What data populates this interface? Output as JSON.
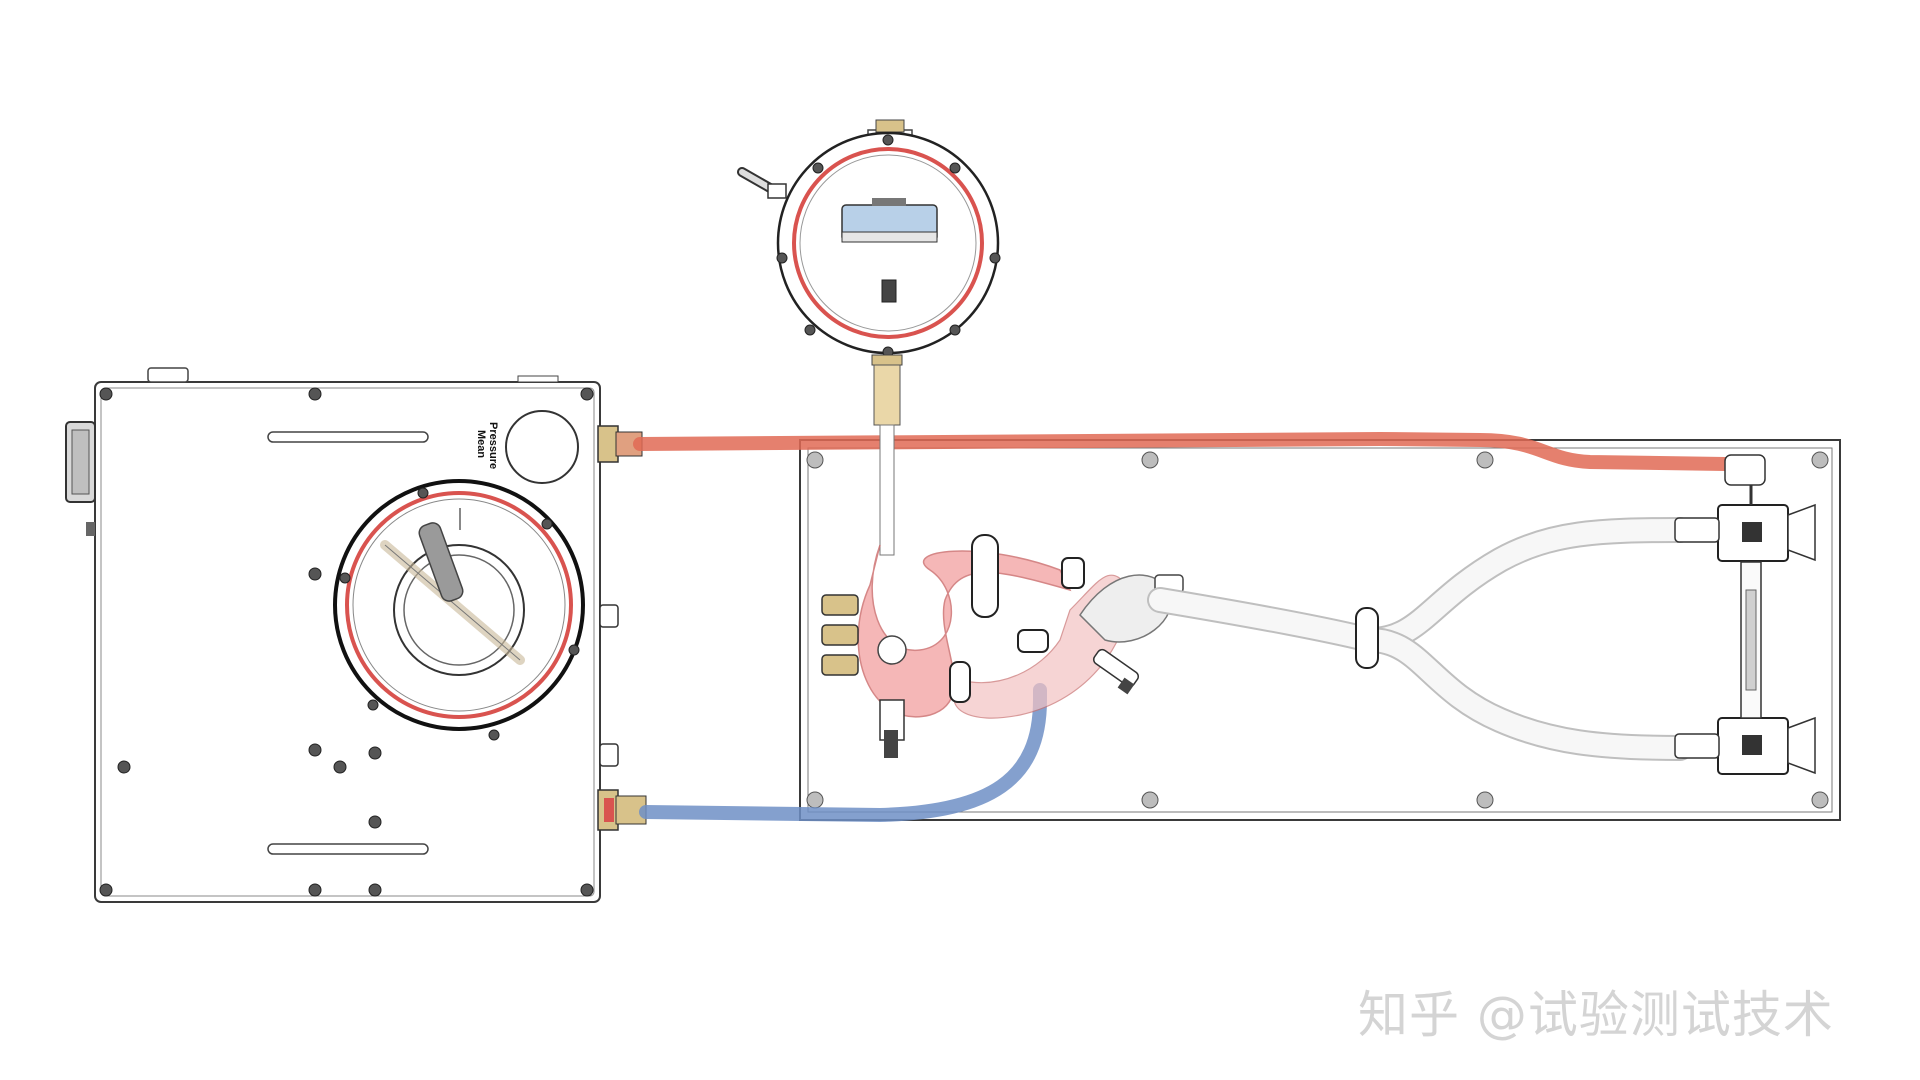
{
  "controller": {
    "label_line1": "Mean",
    "label_line2": "Pressure"
  },
  "watermark": "知乎 @试验测试技术",
  "colors": {
    "background": "#ffffff",
    "outline": "#3a3a3a",
    "hose_red": "#e06a55",
    "hose_blue": "#6f8fc6",
    "chamber_pink": "#f2a0a0",
    "gasket_red": "#d9534f",
    "brass": "#d8c28a",
    "watermark": "#d4d4d4"
  }
}
